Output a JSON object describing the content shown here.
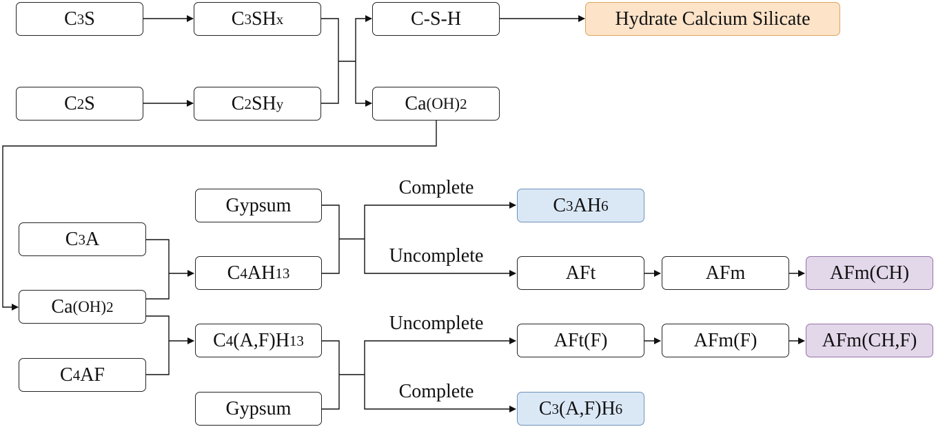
{
  "nodes": {
    "c3s": {
      "main": "C",
      "sub1": "3",
      "tail": "S"
    },
    "c3shx": {
      "main": "C",
      "sub1": "3",
      "mid": "SH",
      "sub2": "x"
    },
    "csh": {
      "label": "C-S-H"
    },
    "hcs": {
      "label": "Hydrate Calcium Silicate"
    },
    "c2s": {
      "main": "C",
      "sub1": "2",
      "tail": "S"
    },
    "c2shy": {
      "main": "C",
      "sub1": "2",
      "mid": "SH",
      "sub2": "y"
    },
    "caoh2_top": {
      "main": "Ca",
      "paren": "(OH)",
      "sub": "2"
    },
    "gypsum_top": {
      "label": "Gypsum"
    },
    "c3a": {
      "main": "C",
      "sub1": "3",
      "tail": "A"
    },
    "c4ah13": {
      "main": "C",
      "sub1": "4",
      "mid": "AH",
      "sub2": "13"
    },
    "caoh2_bottom": {
      "main": "Ca",
      "paren": "(OH)",
      "sub": "2"
    },
    "c4af": {
      "main": "C",
      "sub1": "4",
      "tail": "AF"
    },
    "c4afh13": {
      "main": "C",
      "sub1": "4",
      "mid": "(A,F)H",
      "sub2": "13"
    },
    "gypsum_bottom": {
      "label": "Gypsum"
    },
    "c3ah6": {
      "main": "C",
      "sub1": "3",
      "mid": "AH",
      "sub2": "6"
    },
    "aft": {
      "label": "AFt"
    },
    "afm": {
      "label": "AFm"
    },
    "afm_ch": {
      "label": "AFm(CH)"
    },
    "aft_f": {
      "label": "AFt(F)"
    },
    "afm_f": {
      "label": "AFm(F)"
    },
    "afm_chf": {
      "label": "AFm(CH,F)"
    },
    "c3afh6": {
      "main": "C",
      "sub1": "3",
      "mid": "(A,F)H",
      "sub2": "6"
    }
  },
  "edge_labels": {
    "complete_top": "Complete",
    "uncomplete_top": "Uncomplete",
    "uncomplete_bottom": "Uncomplete",
    "complete_bottom": "Complete"
  },
  "colors": {
    "line": "#111111",
    "orange_fill": "#fde3c8",
    "blue_fill": "#dae8f6",
    "purple_fill": "#e3d7ea"
  }
}
